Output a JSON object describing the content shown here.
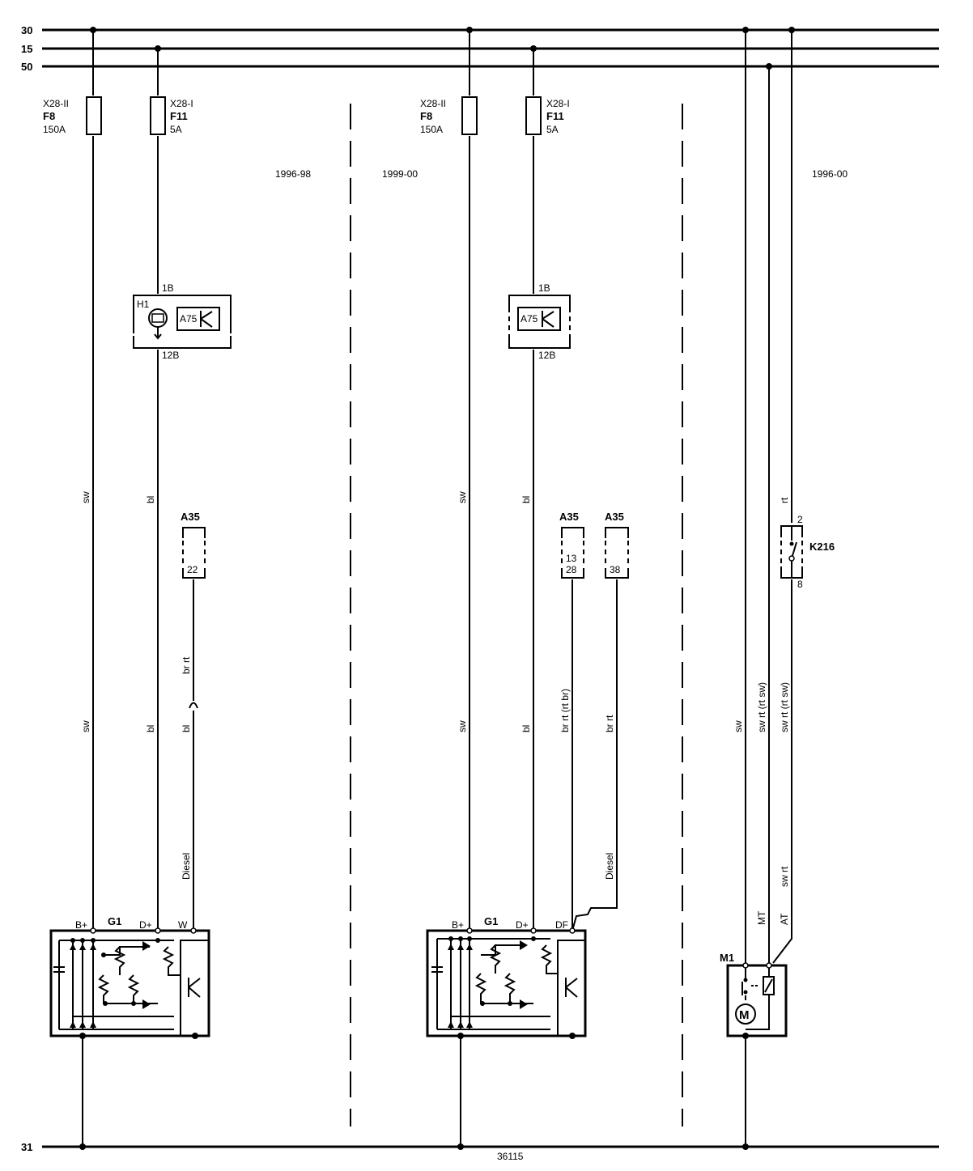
{
  "rails": {
    "r30": "30",
    "r15": "15",
    "r50": "50",
    "r31": "31"
  },
  "fuses": {
    "left_f8": {
      "conn": "X28-II",
      "name": "F8",
      "rating": "150A"
    },
    "left_f11": {
      "conn": "X28-I",
      "name": "F11",
      "rating": "5A"
    },
    "mid_f8": {
      "conn": "X28-II",
      "name": "F8",
      "rating": "150A"
    },
    "mid_f11": {
      "conn": "X28-I",
      "name": "F11",
      "rating": "5A"
    }
  },
  "sections": {
    "s1": "1996-98",
    "s2": "1999-00",
    "s3": "1996-00"
  },
  "instrument_left": {
    "h1": "H1",
    "a75": "A75",
    "pin_top": "1B",
    "pin_bot": "12B"
  },
  "instrument_mid": {
    "a75": "A75",
    "pin_top": "1B",
    "pin_bot": "12B"
  },
  "ecu": {
    "left": {
      "name": "A35",
      "pin": "22"
    },
    "mid1": {
      "name": "A35",
      "pin_a": "13",
      "pin_b": "28"
    },
    "mid2": {
      "name": "A35",
      "pin": "38"
    }
  },
  "relay": {
    "name": "K216",
    "pin_top": "2",
    "pin_bot": "8"
  },
  "wires": {
    "sw": "sw",
    "bl": "bl",
    "br_rt": "br rt",
    "br_rt_rt_br": "br rt (rt br)",
    "sw_rt_rt_sw": "sw rt (rt sw)",
    "sw_rt": "sw rt",
    "rt": "rt",
    "diesel": "Diesel",
    "mt": "MT",
    "at": "AT"
  },
  "alternator": {
    "name": "G1",
    "b_plus": "B+",
    "d_plus": "D+",
    "w": "W",
    "df": "DF"
  },
  "starter": {
    "name": "M1",
    "motor": "M"
  },
  "diagram_number": "36115"
}
